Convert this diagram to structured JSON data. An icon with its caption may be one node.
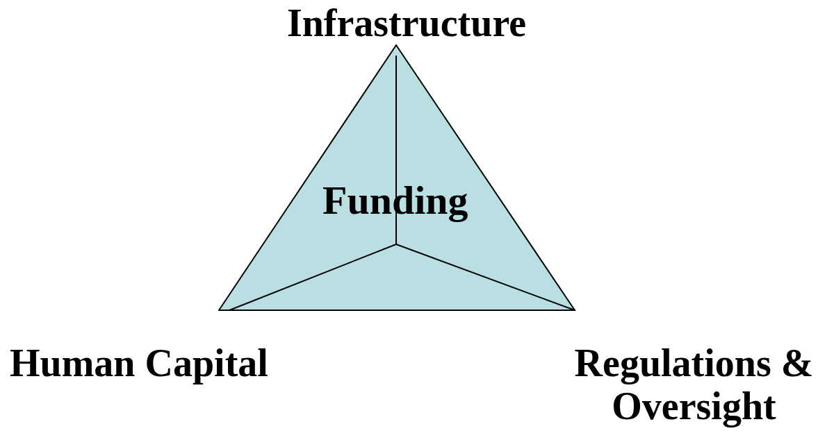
{
  "diagram": {
    "nodes": [
      {
        "text": [
          "Funding"
        ]
      }
    ],
    "labels": [
      "Infrastructure",
      "Human Capital",
      "Regulations & Oversight"
    ]
  }
}
